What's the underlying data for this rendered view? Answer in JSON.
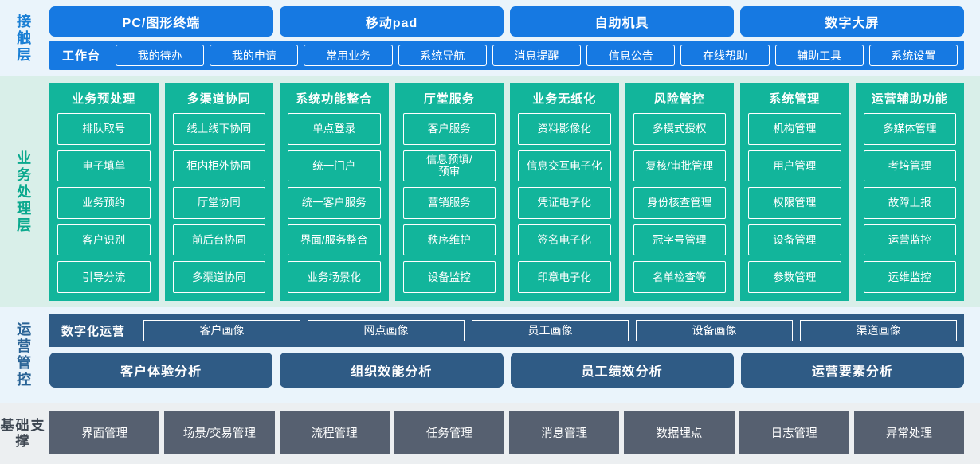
{
  "layers": {
    "contact": {
      "label": "接触层",
      "channels": [
        "PC/图形终端",
        "移动pad",
        "自助机具",
        "数字大屏"
      ],
      "workbench_title": "工作台",
      "workbench_items": [
        "我的待办",
        "我的申请",
        "常用业务",
        "系统导航",
        "消息提醒",
        "信息公告",
        "在线帮助",
        "辅助工具",
        "系统设置"
      ],
      "accent_color": "#1679e2",
      "band_color": "#eaf4fb"
    },
    "business": {
      "label": "业务处理层",
      "accent_color": "#12b59b",
      "band_color": "#d9efe9",
      "columns": [
        {
          "title": "业务预处理",
          "items": [
            "排队取号",
            "电子填单",
            "业务预约",
            "客户识别",
            "引导分流"
          ]
        },
        {
          "title": "多渠道协同",
          "items": [
            "线上线下协同",
            "柜内柜外协同",
            "厅堂协同",
            "前后台协同",
            "多渠道协同"
          ]
        },
        {
          "title": "系统功能整合",
          "items": [
            "单点登录",
            "统一门户",
            "统一客户服务",
            "界面/服务整合",
            "业务场景化"
          ]
        },
        {
          "title": "厅堂服务",
          "items": [
            "客户服务",
            "信息预填/\n预审",
            "营销服务",
            "秩序维护",
            "设备监控"
          ]
        },
        {
          "title": "业务无纸化",
          "items": [
            "资料影像化",
            "信息交互电子化",
            "凭证电子化",
            "签名电子化",
            "印章电子化"
          ]
        },
        {
          "title": "风险管控",
          "items": [
            "多模式授权",
            "复核/审批管理",
            "身份核查管理",
            "冠字号管理",
            "名单检查等"
          ]
        },
        {
          "title": "系统管理",
          "items": [
            "机构管理",
            "用户管理",
            "权限管理",
            "设备管理",
            "参数管理"
          ]
        },
        {
          "title": "运营辅助功能",
          "items": [
            "多媒体管理",
            "考培管理",
            "故障上报",
            "运营监控",
            "运维监控"
          ]
        }
      ]
    },
    "operations": {
      "label": "运营管控",
      "accent_color": "#2f5b85",
      "band_color": "#eaf4fb",
      "digital_title": "数字化运营",
      "portraits": [
        "客户画像",
        "网点画像",
        "员工画像",
        "设备画像",
        "渠道画像"
      ],
      "analyses": [
        "客户体验分析",
        "组织效能分析",
        "员工绩效分析",
        "运营要素分析"
      ]
    },
    "foundation": {
      "label": "基础支撑",
      "accent_color": "#566070",
      "band_color": "#eceff1",
      "items": [
        "界面管理",
        "场景/交易管理",
        "流程管理",
        "任务管理",
        "消息管理",
        "数据埋点",
        "日志管理",
        "异常处理"
      ]
    }
  }
}
